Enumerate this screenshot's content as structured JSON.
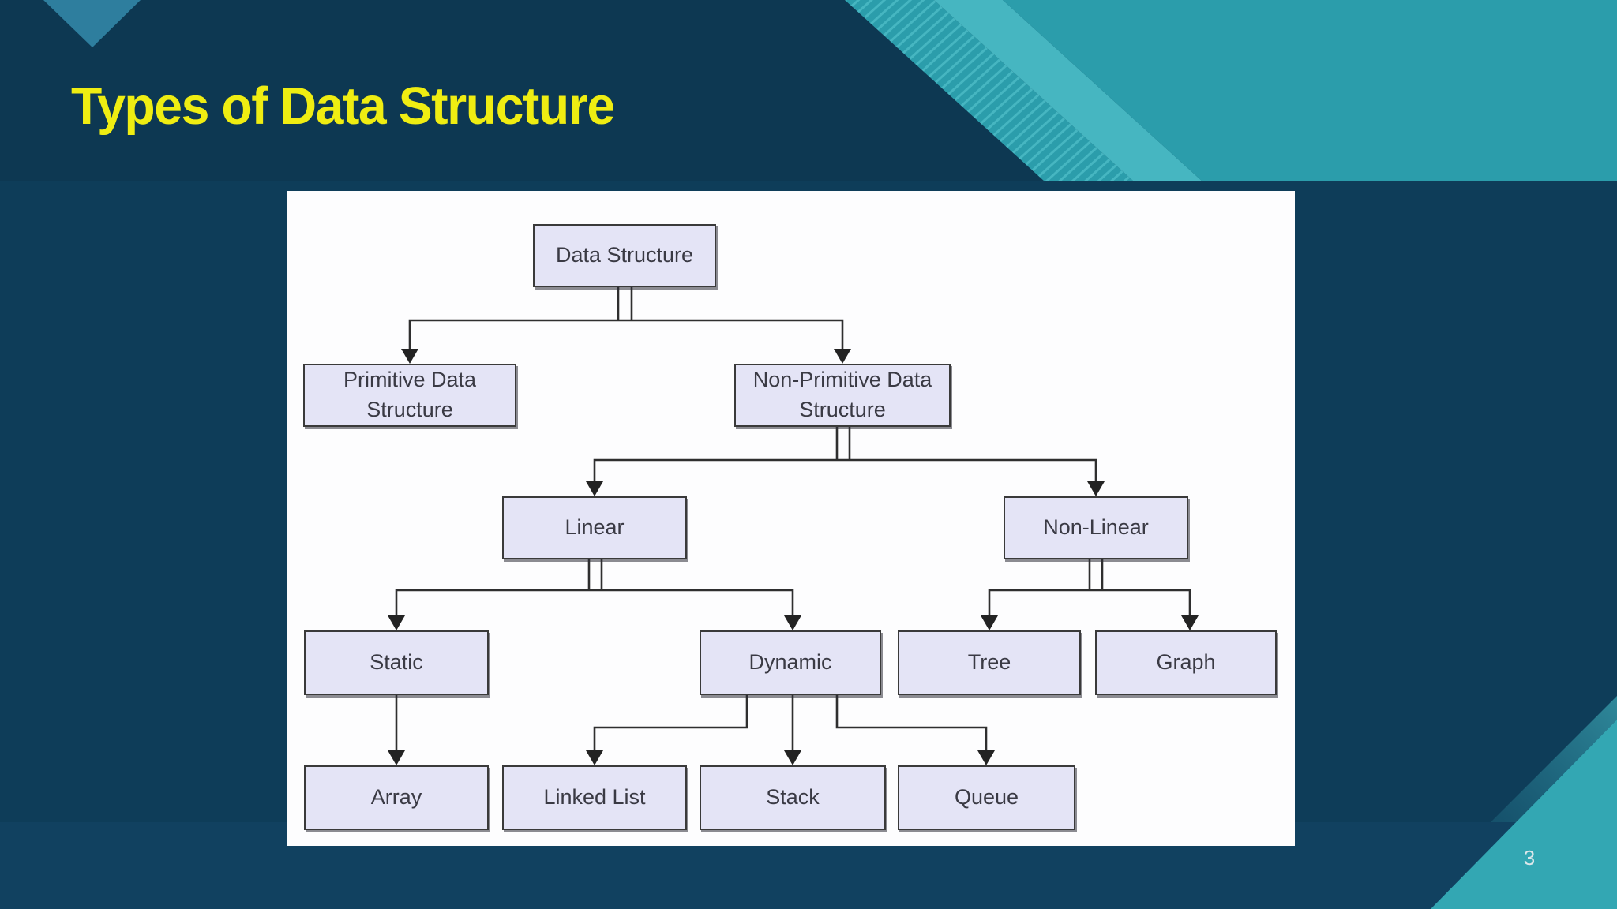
{
  "slide": {
    "title": "Types of Data Structure",
    "page_number": "3"
  },
  "colors": {
    "title_yellow": "#efed12",
    "header_navy": "#0d3852",
    "background_navy": "#0e3d59",
    "footer_navy": "#114160",
    "teal_main": "#2b9dab",
    "teal_light_stripe": "#46b6c1",
    "teal_corner_chevron": "#2e7e9e",
    "teal_bottom_right": "#33a7b3",
    "panel_white": "#fdfdfe",
    "node_fill": "#e4e4f6",
    "node_border": "#3a3a3a",
    "connector": "#2f2f2f"
  },
  "diagram": {
    "type": "flowchart",
    "root": "Data Structure",
    "nodes": [
      {
        "id": "data-structure",
        "label": "Data Structure"
      },
      {
        "id": "primitive",
        "label": "Primitive Data Structure"
      },
      {
        "id": "non-primitive",
        "label": "Non-Primitive Data Structure"
      },
      {
        "id": "linear",
        "label": "Linear"
      },
      {
        "id": "non-linear",
        "label": "Non-Linear"
      },
      {
        "id": "static",
        "label": "Static"
      },
      {
        "id": "dynamic",
        "label": "Dynamic"
      },
      {
        "id": "tree",
        "label": "Tree"
      },
      {
        "id": "graph",
        "label": "Graph"
      },
      {
        "id": "array",
        "label": "Array"
      },
      {
        "id": "linked-list",
        "label": "Linked List"
      },
      {
        "id": "stack",
        "label": "Stack"
      },
      {
        "id": "queue",
        "label": "Queue"
      }
    ],
    "edges": [
      {
        "from": "Data Structure",
        "to": "Primitive Data Structure"
      },
      {
        "from": "Data Structure",
        "to": "Non-Primitive Data Structure"
      },
      {
        "from": "Non-Primitive Data Structure",
        "to": "Linear"
      },
      {
        "from": "Non-Primitive Data Structure",
        "to": "Non-Linear"
      },
      {
        "from": "Linear",
        "to": "Static"
      },
      {
        "from": "Linear",
        "to": "Dynamic"
      },
      {
        "from": "Non-Linear",
        "to": "Tree"
      },
      {
        "from": "Non-Linear",
        "to": "Graph"
      },
      {
        "from": "Static",
        "to": "Array"
      },
      {
        "from": "Dynamic",
        "to": "Linked List"
      },
      {
        "from": "Dynamic",
        "to": "Stack"
      },
      {
        "from": "Dynamic",
        "to": "Queue"
      }
    ]
  }
}
